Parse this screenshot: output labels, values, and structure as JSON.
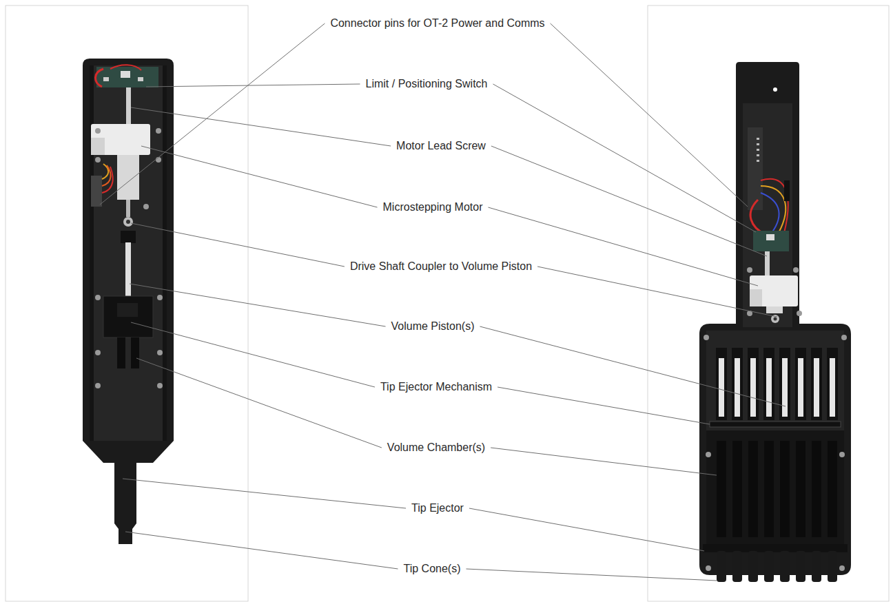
{
  "diagram": {
    "labels": [
      "Connector pins for OT-2 Power and Comms",
      "Limit / Positioning Switch",
      "Motor Lead Screw",
      "Microstepping Motor",
      "Drive Shaft Coupler to Volume Piston",
      "Volume Piston(s)",
      "Tip Ejector Mechanism",
      "Volume Chamber(s)",
      "Tip Ejector",
      "Tip Cone(s)"
    ]
  }
}
